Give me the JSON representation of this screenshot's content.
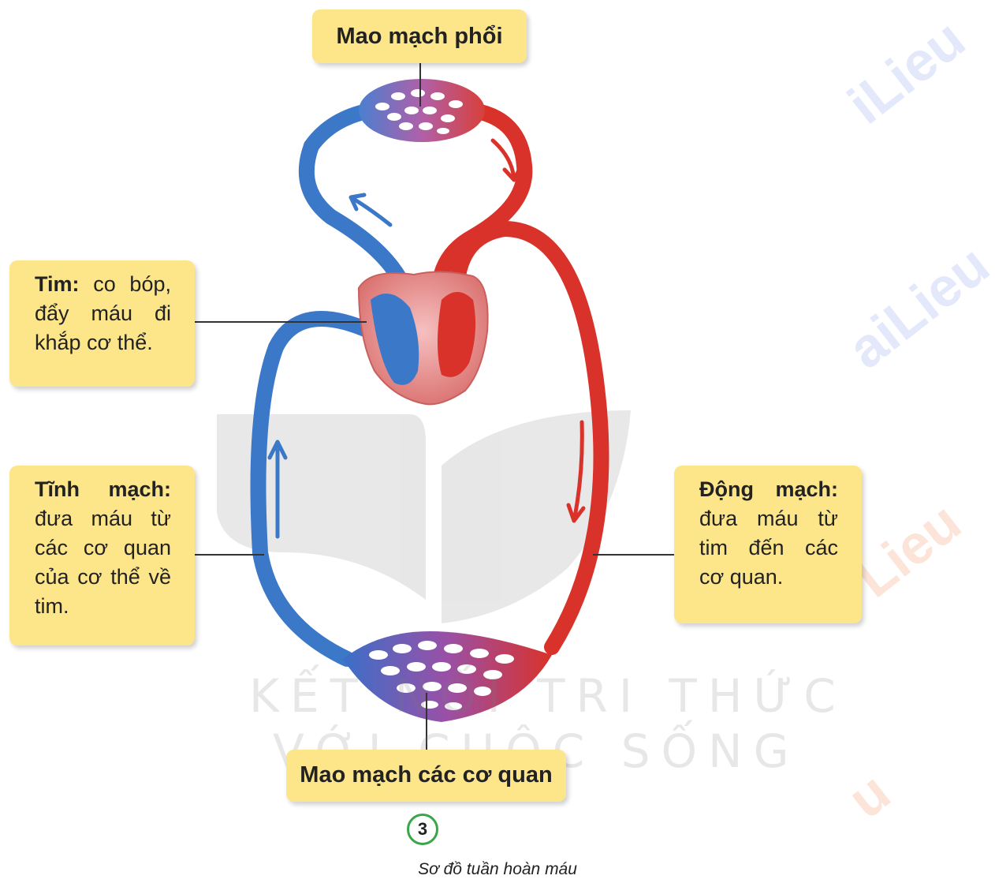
{
  "labels": {
    "lung_capillaries": "Mao mạch phổi",
    "organ_capillaries": "Mao mạch các cơ quan",
    "heart_title": "Tim:",
    "heart_text": "co bóp, đẩy máu đi khắp cơ thể.",
    "vein_title": "Tĩnh mạch:",
    "vein_text": "đưa máu từ các cơ quan của cơ thể về tim.",
    "artery_title": "Động mạch:",
    "artery_text": "đưa máu từ tim đến các cơ quan."
  },
  "figure": {
    "number": "3",
    "caption": "Sơ đồ tuần hoàn máu"
  },
  "watermark": {
    "line1": "KẾT NỐI TRI THỨC",
    "line2": "VỚI CUỘC SỐNG"
  },
  "colors": {
    "vein": "#3b78c8",
    "artery": "#d9322a",
    "label_bg": "#fde58a",
    "figure_ring": "#3aa64a"
  }
}
